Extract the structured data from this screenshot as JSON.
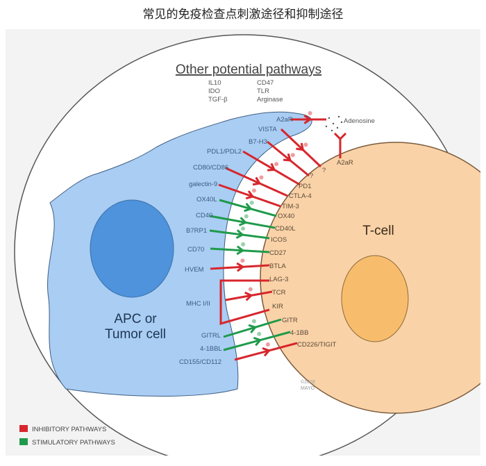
{
  "title": "常见的免疫检查点刺激途径和抑制途径",
  "other": {
    "heading": "Other potential pathways",
    "col1": [
      "IL10",
      "IDO",
      "TGF-β"
    ],
    "col2": [
      "CD47",
      "TLR",
      "Arginase"
    ]
  },
  "cells": {
    "apc_line1": "APC or",
    "apc_line2": "Tumor cell",
    "tcell": "T-cell"
  },
  "adenosine": "Adenosine",
  "ligands": [
    "A2aR",
    "VISTA",
    "B7-H3",
    "PDL1/PDL2",
    "CD80/CD86",
    "galectin-9",
    "OX40L",
    "CD40",
    "B7RP1",
    "CD70",
    "HVEM",
    "MHC I/II",
    "GITRL",
    "4-1BBL",
    "CD155/CD112"
  ],
  "receptors": [
    "A2aR",
    "?",
    "?",
    "PD1",
    "CTLA-4",
    "TIM-3",
    "OX40",
    "CD40L",
    "ICOS",
    "CD27",
    "BTLA",
    "LAG-3",
    "TCR",
    "KIR",
    "GITR",
    "4-1BB",
    "CD226/TIGIT"
  ],
  "copyright": [
    "©2018",
    "MAYO"
  ],
  "legend": [
    {
      "label": "INHIBITORY PATHWAYS",
      "color": "#d7262c"
    },
    {
      "label": "STIMULATORY PATHWAYS",
      "color": "#1f9a4a"
    }
  ]
}
